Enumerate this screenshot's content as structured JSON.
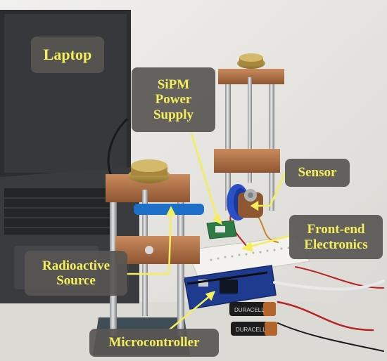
{
  "labels": {
    "laptop": "Laptop",
    "sipm_power_supply": "SiPM\nPower\nSupply",
    "sensor": "Sensor",
    "front_end_electronics": "Front-end\nElectronics",
    "radioactive_source": "Radioactive\nSource",
    "microcontroller": "Microcontroller"
  },
  "battery_brand": "DURACELL",
  "colors": {
    "label_background": "#585652",
    "label_text": "#f4ee5a",
    "pointer": "#f4ee5a",
    "wall": "#e7e5e1",
    "laptop": "#2c2d30",
    "copper": "#b8774a",
    "brass_knob": "#b99a4a",
    "board": "#1f3b8f",
    "sensor_body": "#2b4fc4"
  }
}
